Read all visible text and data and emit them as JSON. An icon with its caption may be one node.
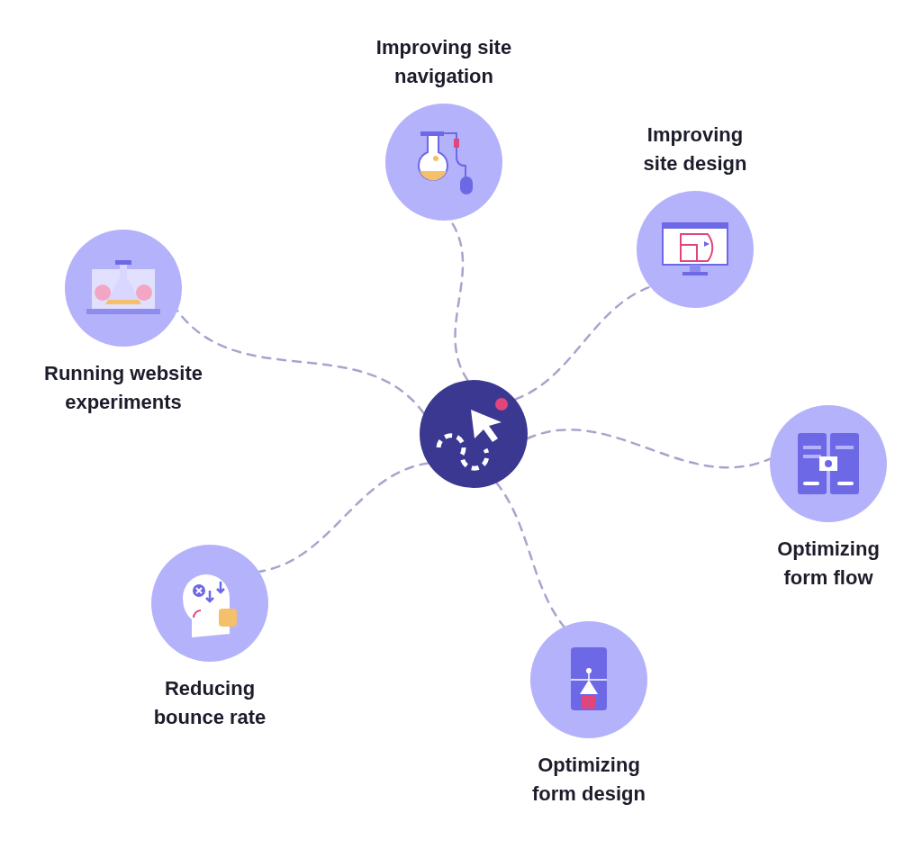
{
  "diagram": {
    "nodes": [
      {
        "text": [],
        "shape": "picture"
      },
      {
        "text": [
          "Improving site navigation"
        ]
      },
      {
        "text": [
          "Improving site design"
        ]
      },
      {
        "text": [
          "Running website experiments"
        ]
      },
      {
        "text": [
          "Optimizing form flow"
        ]
      },
      {
        "text": [
          "Reducing bounce rate"
        ]
      },
      {
        "text": [
          "Optimizing form design"
        ]
      }
    ],
    "edges": [
      {
        "from": 0,
        "to": 1,
        "arrow": "none",
        "style": "dashed"
      },
      {
        "from": 0,
        "to": 2,
        "arrow": "none",
        "style": "dashed"
      },
      {
        "from": 0,
        "to": 3,
        "arrow": "none",
        "style": "dashed"
      },
      {
        "from": 0,
        "to": 4,
        "arrow": "none",
        "style": "dashed"
      },
      {
        "from": 0,
        "to": 5,
        "arrow": "none",
        "style": "dashed"
      },
      {
        "from": 0,
        "to": 6,
        "arrow": "none",
        "style": "dashed"
      }
    ]
  }
}
